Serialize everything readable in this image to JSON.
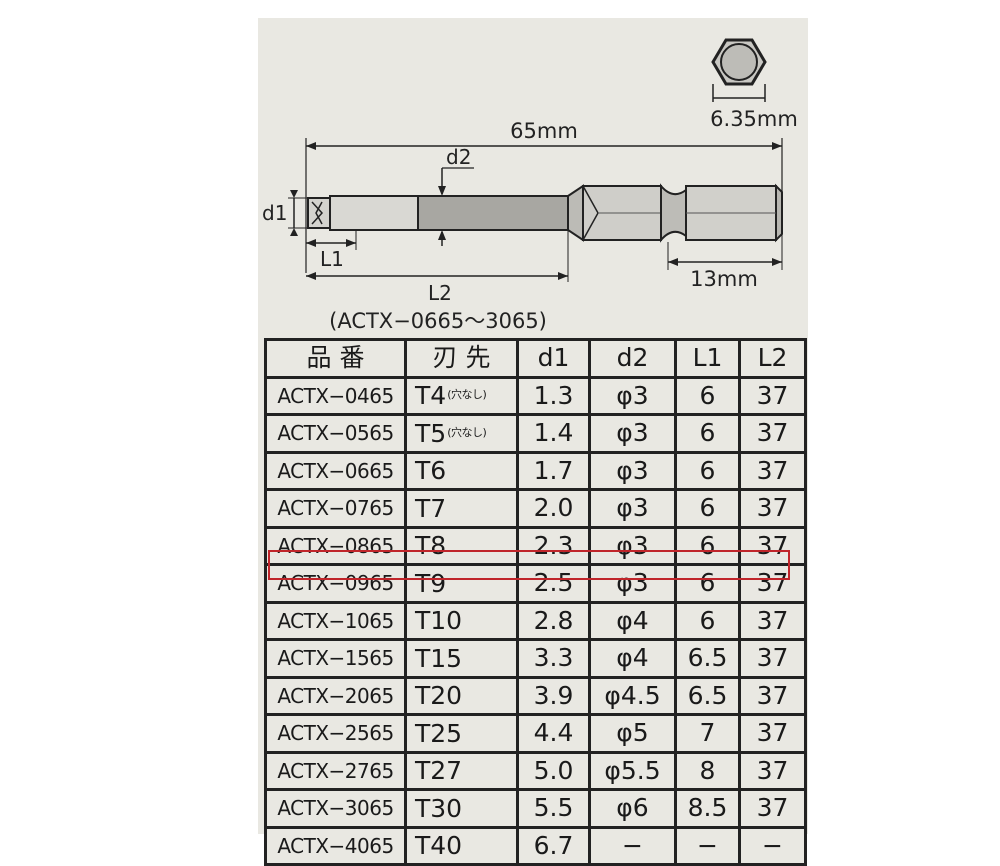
{
  "diagram": {
    "overall_length": "65mm",
    "hex_size": "6.35mm",
    "hex_length": "13mm",
    "d1_label": "d1",
    "d2_label": "d2",
    "l1_label": "L1",
    "l2_label": "L2",
    "range_note": "(ACTX−0665〜3065)"
  },
  "table": {
    "headers": [
      "品 番",
      "刃 先",
      "d1",
      "d2",
      "L1",
      "L2"
    ],
    "rows": [
      {
        "model": "ACTX−0465",
        "tip": "T4",
        "note": "(穴なし)",
        "d1": "1.3",
        "d2": "φ3",
        "l1": "6",
        "l2": "37"
      },
      {
        "model": "ACTX−0565",
        "tip": "T5",
        "note": "(穴なし)",
        "d1": "1.4",
        "d2": "φ3",
        "l1": "6",
        "l2": "37"
      },
      {
        "model": "ACTX−0665",
        "tip": "T6",
        "note": "",
        "d1": "1.7",
        "d2": "φ3",
        "l1": "6",
        "l2": "37"
      },
      {
        "model": "ACTX−0765",
        "tip": "T7",
        "note": "",
        "d1": "2.0",
        "d2": "φ3",
        "l1": "6",
        "l2": "37"
      },
      {
        "model": "ACTX−0865",
        "tip": "T8",
        "note": "",
        "d1": "2.3",
        "d2": "φ3",
        "l1": "6",
        "l2": "37"
      },
      {
        "model": "ACTX−0965",
        "tip": "T9",
        "note": "",
        "d1": "2.5",
        "d2": "φ3",
        "l1": "6",
        "l2": "37"
      },
      {
        "model": "ACTX−1065",
        "tip": "T10",
        "note": "",
        "d1": "2.8",
        "d2": "φ4",
        "l1": "6",
        "l2": "37"
      },
      {
        "model": "ACTX−1565",
        "tip": "T15",
        "note": "",
        "d1": "3.3",
        "d2": "φ4",
        "l1": "6.5",
        "l2": "37"
      },
      {
        "model": "ACTX−2065",
        "tip": "T20",
        "note": "",
        "d1": "3.9",
        "d2": "φ4.5",
        "l1": "6.5",
        "l2": "37"
      },
      {
        "model": "ACTX−2565",
        "tip": "T25",
        "note": "",
        "d1": "4.4",
        "d2": "φ5",
        "l1": "7",
        "l2": "37"
      },
      {
        "model": "ACTX−2765",
        "tip": "T27",
        "note": "",
        "d1": "5.0",
        "d2": "φ5.5",
        "l1": "8",
        "l2": "37"
      },
      {
        "model": "ACTX−3065",
        "tip": "T30",
        "note": "",
        "d1": "5.5",
        "d2": "φ6",
        "l1": "8.5",
        "l2": "37"
      },
      {
        "model": "ACTX−4065",
        "tip": "T40",
        "note": "",
        "d1": "6.7",
        "d2": "−",
        "l1": "−",
        "l2": "−"
      }
    ]
  },
  "colors": {
    "card_background": "#e9e8e2",
    "highlight_border": "#c0252a",
    "line": "#222222"
  },
  "highlighted_row": "ACTX−0965"
}
